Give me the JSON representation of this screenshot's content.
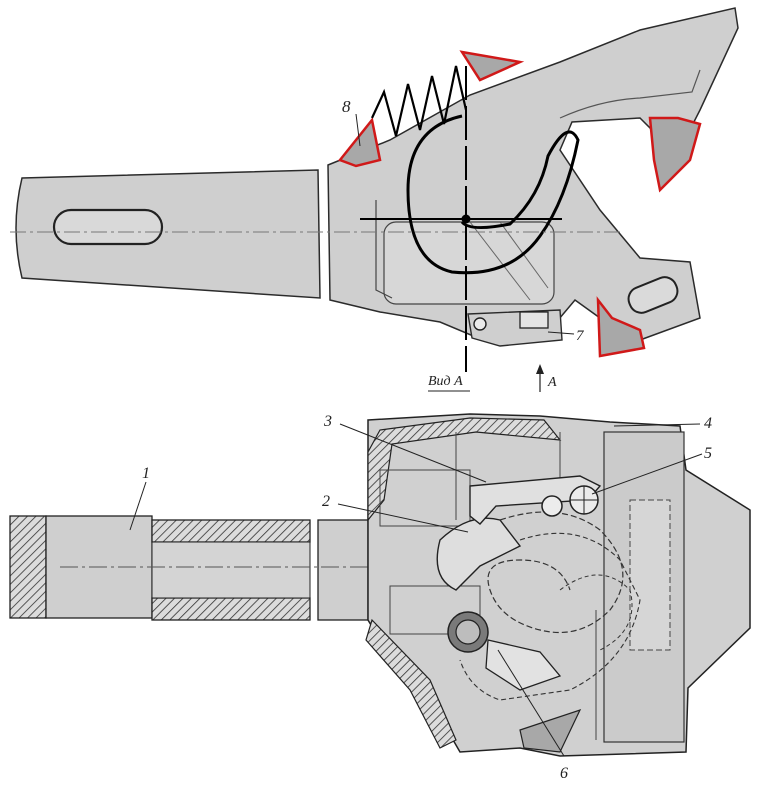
{
  "labels": {
    "callout_1": "1",
    "callout_2": "2",
    "callout_3": "3",
    "callout_4": "4",
    "callout_5": "5",
    "callout_6": "6",
    "callout_7": "7",
    "callout_8": "8",
    "view_label": "Вид А",
    "arrow_label": "А"
  },
  "colors": {
    "paper": "#ffffff",
    "metal_fill": "#cfcfcf",
    "metal_fill_light": "#dedede",
    "metal_shadow": "#a9a9a9",
    "outline": "#2b2b2b",
    "wear_red": "#d01919",
    "spring_black": "#000000"
  }
}
